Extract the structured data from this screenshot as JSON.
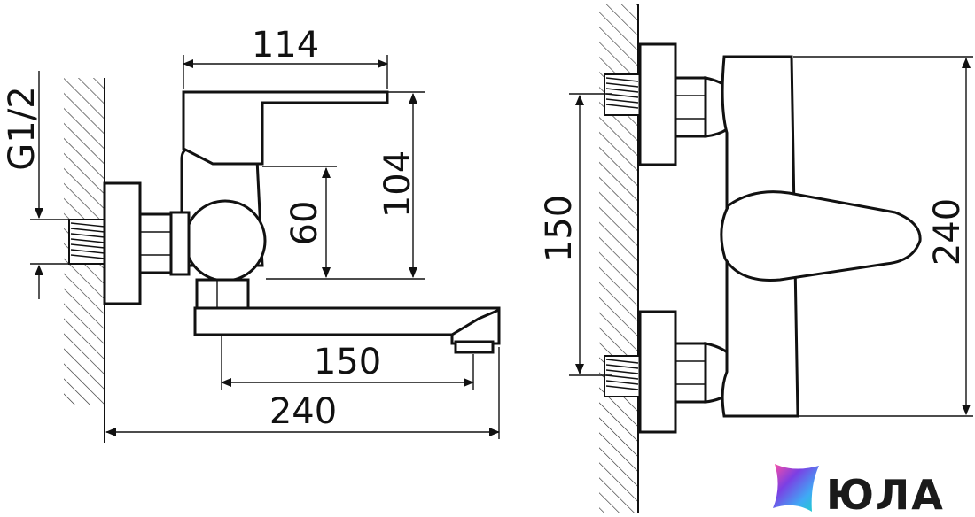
{
  "dimensions": {
    "side_view": {
      "width_114": "114",
      "height_104": "104",
      "height_60": "60",
      "thread": "G1/2",
      "spout_150": "150",
      "total_240": "240"
    },
    "front_view": {
      "spacing_150": "150",
      "height_240": "240"
    }
  },
  "watermark": {
    "text": "ЮЛА",
    "icon": "yula-logo-icon",
    "colors": [
      "#7b3fe4",
      "#3fa9f5",
      "#19d3c5",
      "#ff4fa3"
    ]
  }
}
